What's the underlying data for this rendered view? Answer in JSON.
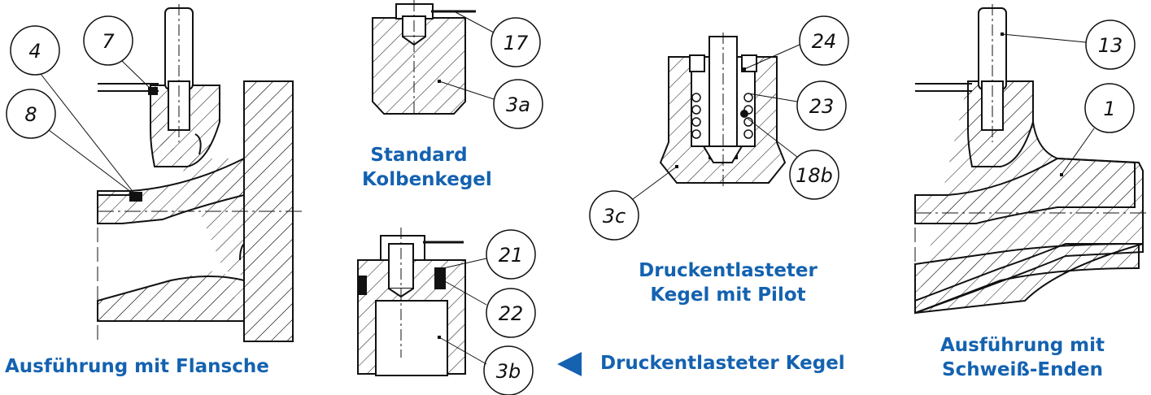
{
  "colors": {
    "caption": "#1462b0",
    "line": "#111111"
  },
  "captions": {
    "flange": "Ausführung mit Flansche",
    "standard_line1": "Standard",
    "standard_line2": "Kolbenkegel",
    "pilot_line1": "Druckentlasteter",
    "pilot_line2": "Kegel mit Pilot",
    "balanced": "Druckentlasteter Kegel",
    "weld_line1": "Ausführung mit",
    "weld_line2": "Schweiß-Enden"
  },
  "callouts": {
    "c4": "4",
    "c7": "7",
    "c8": "8",
    "c17": "17",
    "c3a": "3a",
    "c21": "21",
    "c22": "22",
    "c3b": "3b",
    "c24": "24",
    "c23": "23",
    "c18b": "18b",
    "c3c": "3c",
    "c13": "13",
    "c1": "1"
  },
  "icons": {
    "arrow": "arrow-left-icon"
  }
}
